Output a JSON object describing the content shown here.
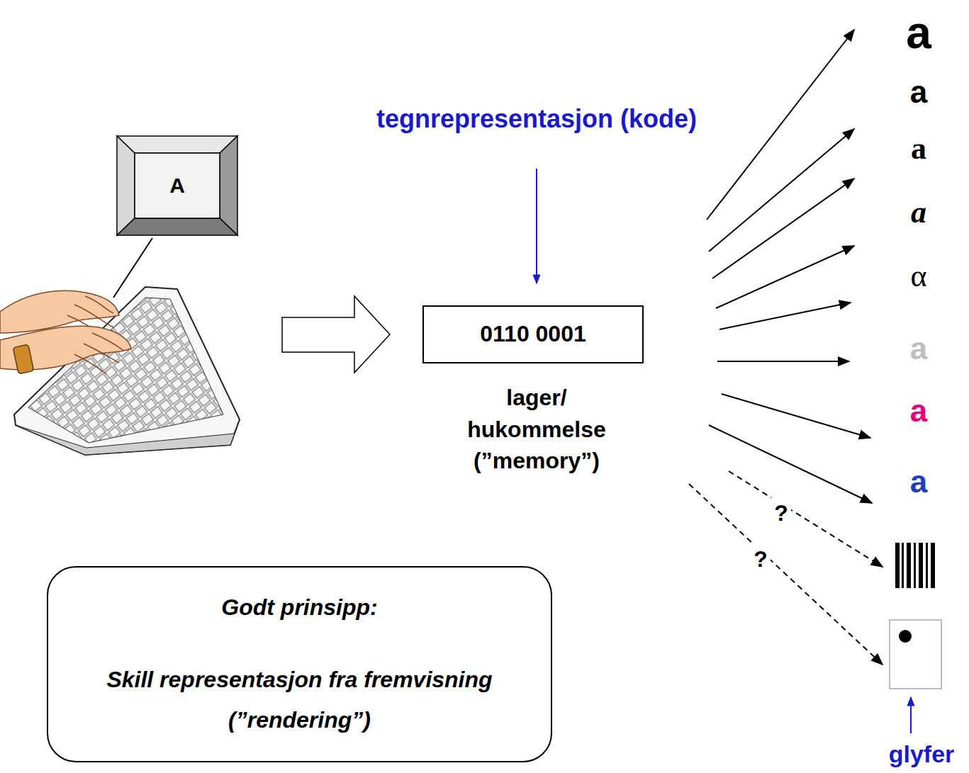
{
  "diagram": {
    "nodes": [
      {
        "text": [
          "A"
        ]
      },
      {
        "text": [
          "0110 0001"
        ]
      },
      {
        "text": [
          "Godt prinsipp:",
          "Skill representasjon fra fremvisning (”rendering”)"
        ]
      }
    ],
    "labels": [
      "tegnrepresentasjon (kode)",
      "a",
      "a",
      "a",
      "a",
      "α",
      "a",
      "a",
      "a",
      "lager/ hukommelse (”memory”)",
      "?",
      "?",
      "glyfer"
    ]
  }
}
